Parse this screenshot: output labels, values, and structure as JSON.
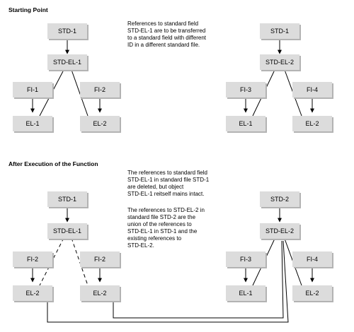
{
  "sections": {
    "before": {
      "title": "Starting Point",
      "note": "References to standard field\nSTD-EL-1 are to be transferred\nto a standard field with different\nID in a different standard file.",
      "source": {
        "file": "STD-1",
        "field": "STD-EL-1",
        "fields_files": [
          "FI-1",
          "FI-2"
        ],
        "elements": [
          "EL-1",
          "EL-2"
        ]
      },
      "target": {
        "file": "STD-1",
        "field": "STD-EL-2",
        "fields_files": [
          "FI-3",
          "FI-4"
        ],
        "elements": [
          "EL-1",
          "EL-2"
        ]
      }
    },
    "after": {
      "title": "After Execution of the Function",
      "note1": "The references to standard field\nSTD-EL-1 in standard file STD-1\nare deleted, but object\nSTD-EL-1 reitself mains intact.",
      "note2": "The references to STD-EL-2 in\nstandard file STD-2 are the\nunion of the references to\nSTD-EL-1 in STD-1 and the\nexisting references to\nSTD-EL-2.",
      "source": {
        "file": "STD-1",
        "field": "STD-EL-1",
        "fields_files": [
          "FI-2",
          "FI-2"
        ],
        "elements": [
          "EL-2",
          "EL-2"
        ]
      },
      "target": {
        "file": "STD-2",
        "field": "STD-EL-2",
        "fields_files": [
          "FI-3",
          "FI-4"
        ],
        "elements": [
          "EL-1",
          "EL-2"
        ]
      }
    }
  },
  "colors": {
    "node_fill": "#dcdcdc",
    "node_shadow": "#b3b3b3",
    "line": "#000000"
  }
}
